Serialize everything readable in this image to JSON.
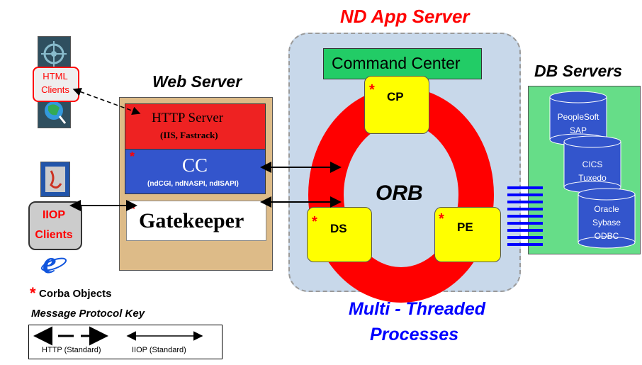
{
  "app_server": {
    "title": "ND App Server",
    "command_center": "Command Center",
    "cp": "CP",
    "ds": "DS",
    "pe": "PE",
    "orb": "ORB",
    "processes_line1": "Multi - Threaded",
    "processes_line2": "Processes"
  },
  "web_server": {
    "title": "Web Server",
    "http_server": "HTTP Server",
    "http_server_sub": "(IIS, Fastrack)",
    "cc": "CC",
    "cc_sub": "(ndCGI, ndNASPI, ndISAPI)",
    "gatekeeper": "Gatekeeper"
  },
  "clients": {
    "html": "HTML Clients",
    "iiop": "IIOP Clients"
  },
  "db_servers": {
    "title": "DB Servers",
    "db1_line1": "PeopleSoft",
    "db1_line2": "SAP",
    "db2_line1": "CICS",
    "db2_line2": "Tuxedo",
    "db3_line1": "Oracle",
    "db3_line2": "Sybase",
    "db3_line3": "ODBC"
  },
  "legend": {
    "star": "*",
    "corba": "Corba Objects",
    "key_title": "Message Protocol Key",
    "http": "HTTP (Standard)",
    "iiop": "IIOP  (Standard)"
  },
  "colors": {
    "title_red": "#ff0000",
    "heading_blue": "#0000ff",
    "ring_red": "#ff0000",
    "object_yellow": "#ffff00",
    "command_green": "#22cc66",
    "db_green": "#66dd88",
    "cylinder_blue": "#3355cc",
    "web_tan": "#ddbb88"
  }
}
